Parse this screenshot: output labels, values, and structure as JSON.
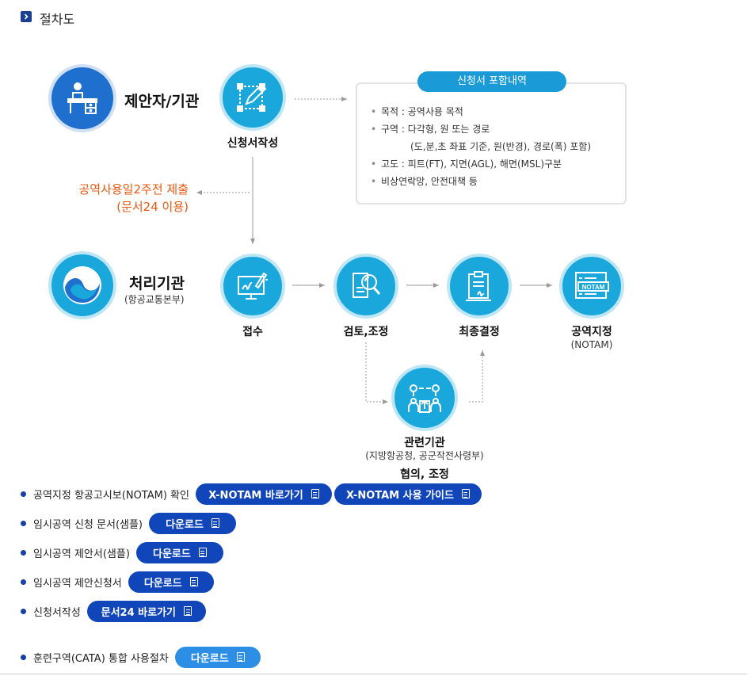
{
  "header": {
    "title": "절차도",
    "icon": "chevron-right-icon"
  },
  "proposer": {
    "label": "제안자/기관",
    "icon": "desk-person-icon"
  },
  "application": {
    "label": "신청서작성",
    "icon": "edit-document-icon"
  },
  "submit_note": {
    "line1": "공역사용일2주전 제출",
    "line2": "(문서24 이용)"
  },
  "info_box": {
    "tag": "신청서 포함내역",
    "items": [
      "목적 : 공역사용 목적",
      "구역 : 다각형, 원 또는 경로",
      "(도,분,초 좌표 기준, 원(반경), 경로(폭) 포함)",
      "고도 : 피트(FT), 지면(AGL), 해면(MSL)구분",
      "비상연락망, 안전대책 등"
    ]
  },
  "processor": {
    "label": "처리기관",
    "sub": "(항공교통본부)",
    "icon": "government-emblem-icon"
  },
  "steps": [
    {
      "label": "접수",
      "icon": "computer-signature-icon"
    },
    {
      "label": "검토,조정",
      "icon": "document-search-icon"
    },
    {
      "label": "최종결정",
      "icon": "clipboard-sign-icon"
    },
    {
      "label": "공역지정",
      "sub": "(NOTAM)",
      "icon": "notam-notice-icon",
      "icon_text": "NOTAM"
    }
  ],
  "related": {
    "label": "관련기관",
    "sub": "(지방항공청, 공군작전사령부)",
    "action": "협의, 조정",
    "icon": "meeting-people-icon"
  },
  "links": [
    {
      "text": "공역지정 항공고시보(NOTAM) 확인",
      "buttons": [
        "X-NOTAM 바로가기",
        "X-NOTAM 사용 가이드"
      ]
    },
    {
      "text": "임시공역 신청 문서(샘플)",
      "buttons": [
        "다운로드"
      ]
    },
    {
      "text": "임시공역 제안서(샘플)",
      "buttons": [
        "다운로드"
      ]
    },
    {
      "text": "임시공역 제안신청서",
      "buttons": [
        "다운로드"
      ]
    },
    {
      "text": "신청서작성",
      "buttons": [
        "문서24 바로가기"
      ]
    },
    {
      "text": "훈련구역(CATA) 통합 사용절차",
      "buttons": [
        "다운로드"
      ]
    }
  ],
  "colors": {
    "primary": "#1046b9",
    "accent_light": "#2d8ee6",
    "circle": "#1aa8dc",
    "orange": "#e8580f"
  }
}
